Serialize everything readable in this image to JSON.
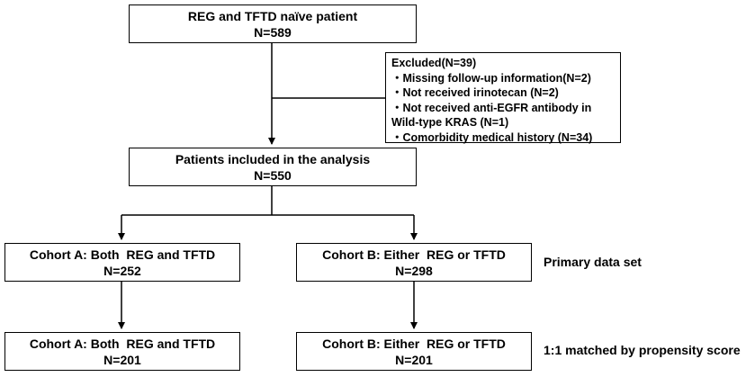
{
  "top_box": {
    "line1": "REG and TFTD naïve patient",
    "line2": "N=589"
  },
  "excluded": {
    "title": "Excluded(N=39)",
    "items": [
      "・Missing follow-up information(N=2)",
      "・Not received irinotecan (N=2)",
      "・Not received anti-EGFR antibody in",
      "Wild-type KRAS (N=1)",
      "・Comorbidity medical history (N=34)"
    ]
  },
  "analysis_box": {
    "line1": "Patients included in the analysis",
    "line2": "N=550"
  },
  "cohort_a_primary": {
    "line1": "Cohort A: Both  REG and TFTD",
    "line2": "N=252"
  },
  "cohort_b_primary": {
    "line1": "Cohort B: Either  REG or TFTD",
    "line2": "N=298"
  },
  "cohort_a_matched": {
    "line1": "Cohort A: Both  REG and TFTD",
    "line2": "N=201"
  },
  "cohort_b_matched": {
    "line1": "Cohort B: Either  REG or TFTD",
    "line2": "N=201"
  },
  "labels": {
    "primary": "Primary data set",
    "matched": "1:1 matched by propensity score"
  }
}
